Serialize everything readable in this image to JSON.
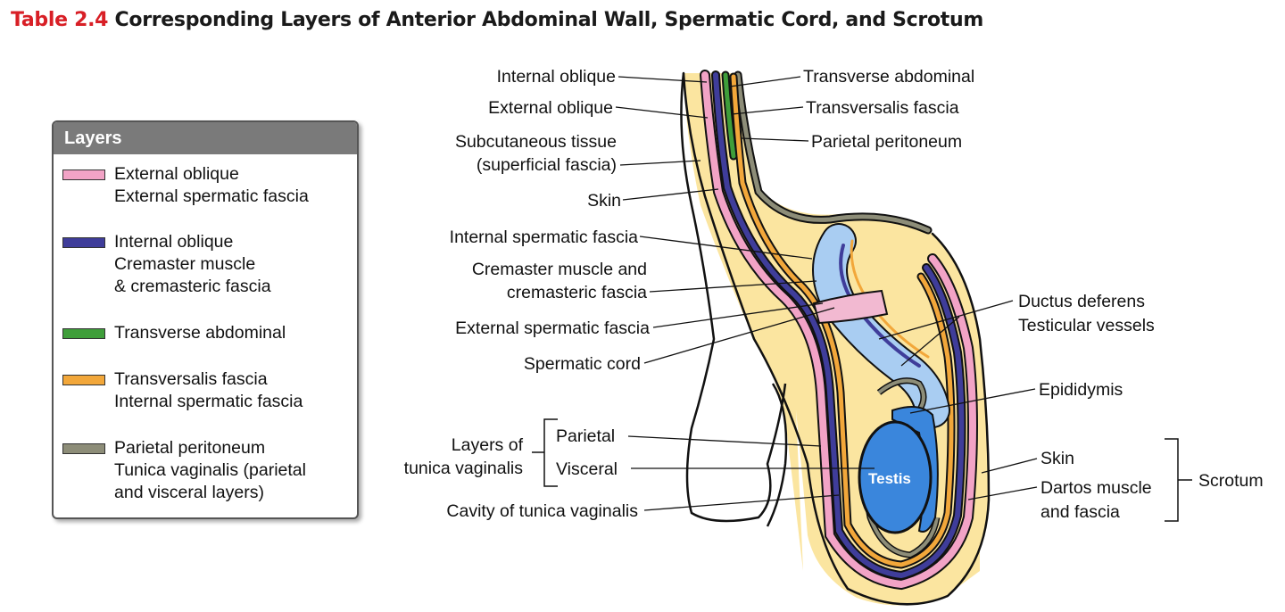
{
  "title": {
    "number": "Table 2.4",
    "text": "Corresponding Layers of Anterior Abdominal Wall, Spermatic Cord, and Scrotum"
  },
  "legend": {
    "heading": "Layers",
    "items": [
      {
        "color": "#f2a3c6",
        "line1": "External oblique",
        "line2": "External spermatic fascia",
        "line3": ""
      },
      {
        "color": "#3f3d9a",
        "line1": "Internal oblique",
        "line2": "Cremaster muscle",
        "line3": "& cremasteric fascia"
      },
      {
        "color": "#3f9e3a",
        "line1": "Transverse abdominal",
        "line2": "",
        "line3": ""
      },
      {
        "color": "#f2a73a",
        "line1": "Transversalis fascia",
        "line2": "Internal spermatic fascia",
        "line3": ""
      },
      {
        "color": "#8d8d78",
        "line1": "Parietal peritoneum",
        "line2": "Tunica vaginalis (parietal",
        "line3": "and visceral layers)"
      }
    ]
  },
  "labels": {
    "internal_oblique": "Internal oblique",
    "external_oblique": "External oblique",
    "subcutaneous_1": "Subcutaneous tissue",
    "subcutaneous_2": "(superficial fascia)",
    "skin_top": "Skin",
    "internal_spermatic_fascia": "Internal spermatic fascia",
    "cremaster_1": "Cremaster muscle and",
    "cremaster_2": "cremasteric fascia",
    "external_spermatic_fascia": "External spermatic fascia",
    "spermatic_cord": "Spermatic cord",
    "layers_of_1": "Layers of",
    "layers_of_2": "tunica vaginalis",
    "parietal": "Parietal",
    "visceral": "Visceral",
    "cavity": "Cavity of tunica vaginalis",
    "transverse_abdominal": "Transverse abdominal",
    "transversalis_fascia": "Transversalis fascia",
    "parietal_peritoneum": "Parietal peritoneum",
    "ductus_deferens": "Ductus deferens",
    "testicular_vessels": "Testicular vessels",
    "epididymis": "Epididymis",
    "skin_right": "Skin",
    "dartos_1": "Dartos muscle",
    "dartos_2": "and fascia",
    "scrotum": "Scrotum",
    "testis": "Testis"
  },
  "colors": {
    "skin_fill": "#fbe5a0",
    "external_oblique": "#f2a3c6",
    "internal_oblique": "#3f3d9a",
    "transverse": "#3f9e3a",
    "transversalis": "#f2a73a",
    "peritoneum": "#8d8d78",
    "cord_blue": "#a9cdf2",
    "testis_blue": "#3a86dc",
    "title_red": "#d81f26"
  }
}
